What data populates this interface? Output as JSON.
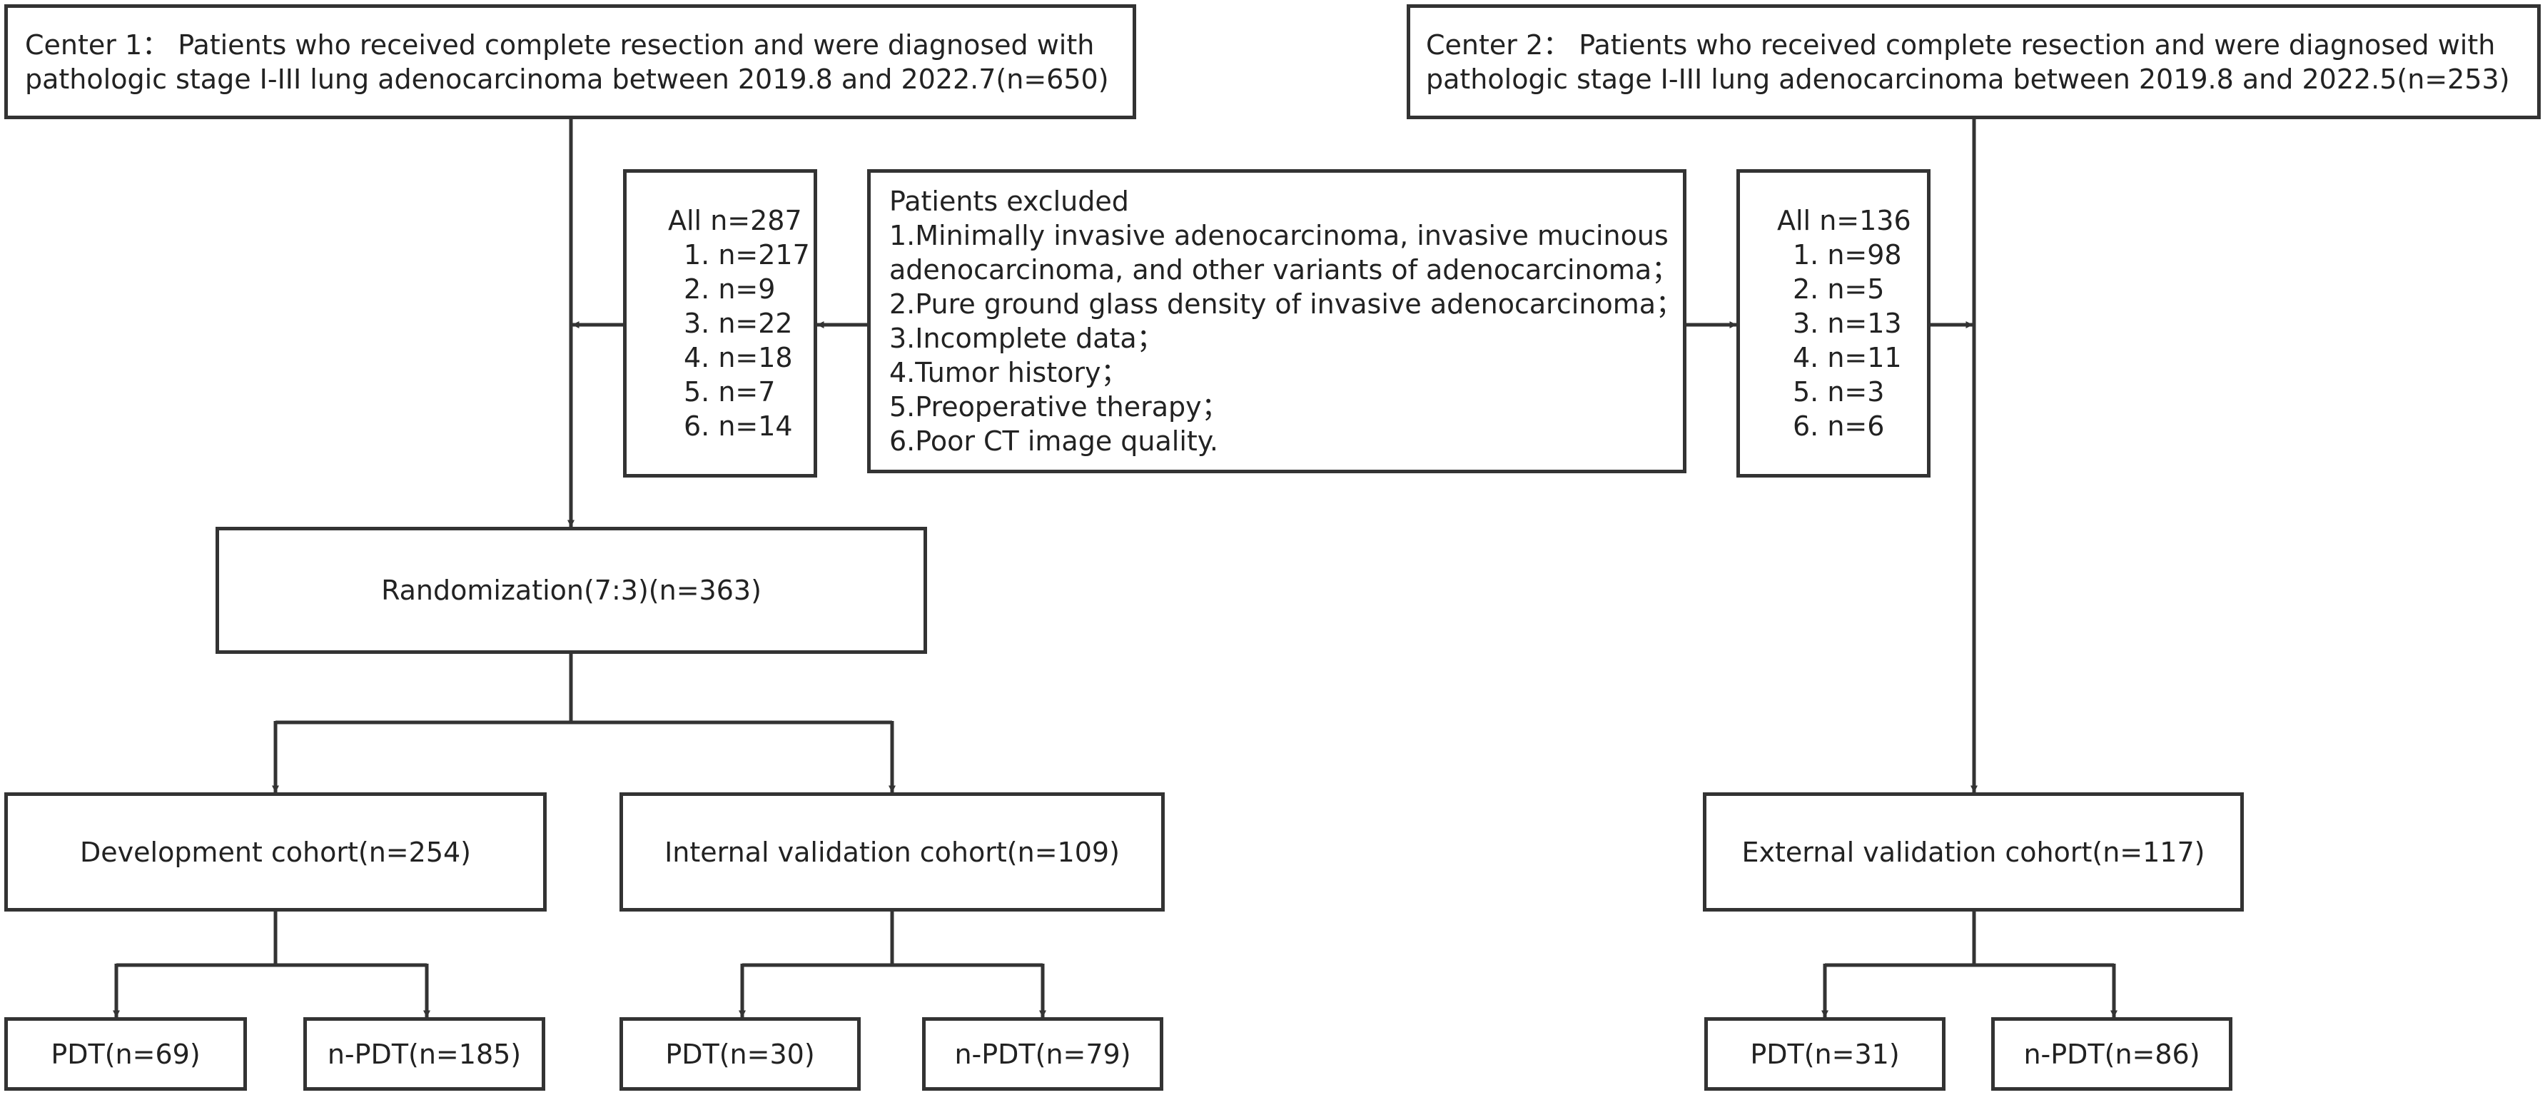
{
  "center1": {
    "lines": [
      "Center 1： Patients who received complete resection and were diagnosed with",
      "pathologic stage I-III lung adenocarcinoma between 2019.8 and 2022.7(n=650)"
    ]
  },
  "center2": {
    "lines": [
      "Center 2： Patients who received complete resection and were diagnosed with",
      "pathologic stage I-III lung adenocarcinoma between 2019.8 and 2022.5(n=253)"
    ]
  },
  "excluded": {
    "title": "Patients excluded",
    "lines": [
      "1.Minimally invasive adenocarcinoma, invasive mucinous",
      "adenocarcinoma, and other variants of adenocarcinoma；",
      "2.Pure ground glass density of invasive adenocarcinoma；",
      "3.Incomplete data；",
      "4.Tumor history；",
      "5.Preoperative therapy；",
      "6.Poor CT image quality."
    ]
  },
  "excluded_center1": {
    "total": "All n=287",
    "items": [
      "1. n=217",
      "2. n=9",
      "3. n=22",
      "4. n=18",
      "5. n=7",
      "6. n=14"
    ]
  },
  "excluded_center2": {
    "total": "All n=136",
    "items": [
      "1. n=98",
      "2. n=5",
      "3. n=13",
      "4. n=11",
      "5. n=3",
      "6. n=6"
    ]
  },
  "randomization": "Randomization(7:3)(n=363)",
  "development": {
    "label": "Development cohort(n=254)",
    "pdt": "PDT(n=69)",
    "npdt": "n-PDT(n=185)"
  },
  "internal": {
    "label": "Internal validation cohort(n=109)",
    "pdt": "PDT(n=30)",
    "npdt": "n-PDT(n=79)"
  },
  "external": {
    "label": "External validation cohort(n=117)",
    "pdt": "PDT(n=31)",
    "npdt": "n-PDT(n=86)"
  },
  "colors": {
    "line": "#333333",
    "text": "#222222",
    "background": "#ffffff"
  }
}
